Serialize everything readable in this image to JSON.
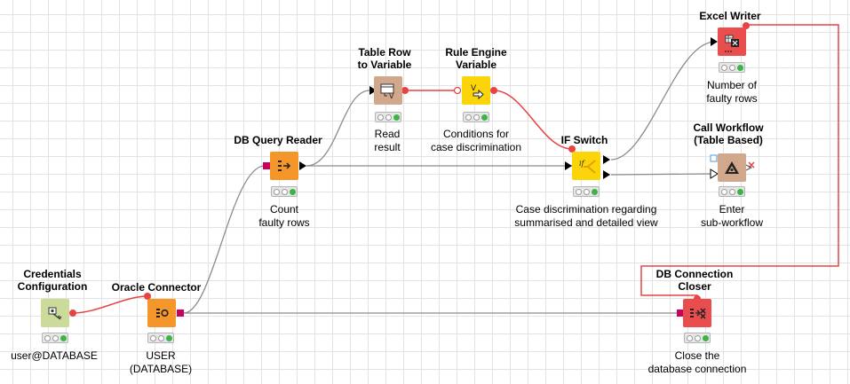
{
  "colors": {
    "flow_variable_connection": "#e84343",
    "data_connection": "#8c8c8c",
    "db_port": "#c8005e",
    "status_green": "#3db444"
  },
  "nodes": {
    "credentials": {
      "title": "Credentials\nConfiguration",
      "description": "user@DATABASE",
      "icon": "key-icon",
      "color": "#cbdc9a"
    },
    "oracle": {
      "title": "Oracle Connector",
      "description": "USER\n(DATABASE)",
      "icon": "database-connector-icon",
      "color": "#f5962a"
    },
    "db_query_reader": {
      "title": "DB Query Reader",
      "description": "Count\nfaulty rows",
      "icon": "query-reader-icon",
      "color": "#f5962a"
    },
    "table_row_to_variable": {
      "title": "Table Row\nto Variable",
      "description": "Read\nresult",
      "icon": "table-to-variable-icon",
      "color": "#d2a88c"
    },
    "rule_engine_variable": {
      "title": "Rule Engine\nVariable",
      "description": "Conditions for\ncase discrimination",
      "icon": "rule-engine-icon",
      "color": "#fbd50a"
    },
    "if_switch": {
      "title": "IF Switch",
      "description": "Case discrimination regarding\nsummarised and detailed view",
      "icon": "if-switch-icon",
      "color": "#fbd50a"
    },
    "excel_writer": {
      "title": "Excel Writer",
      "description": "Number of\nfaulty rows",
      "icon": "excel-writer-icon",
      "color": "#e94d4d"
    },
    "call_workflow": {
      "title": "Call Workflow\n(Table Based)",
      "description": "Enter\nsub-workflow",
      "icon": "call-workflow-icon",
      "color": "#d2a88c"
    },
    "db_connection_closer": {
      "title": "DB Connection\nCloser",
      "description": "Close the\ndatabase connection",
      "icon": "connection-closer-icon",
      "color": "#e94d4d"
    }
  }
}
